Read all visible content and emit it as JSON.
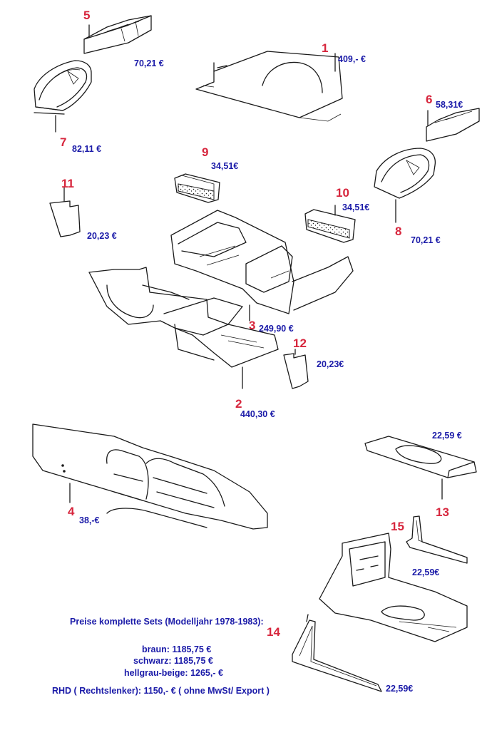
{
  "parts": [
    {
      "id": "1",
      "label": "1",
      "price": "409,- €"
    },
    {
      "id": "2",
      "label": "2",
      "price": "440,30 €"
    },
    {
      "id": "3",
      "label": "3",
      "price": "249,90 €"
    },
    {
      "id": "4",
      "label": "4",
      "price": "38,-€"
    },
    {
      "id": "5",
      "label": "5",
      "price": "70,21 €"
    },
    {
      "id": "6",
      "label": "6",
      "price": "58,31€"
    },
    {
      "id": "7",
      "label": "7",
      "price": "82,11 €"
    },
    {
      "id": "8",
      "label": "8",
      "price": "70,21 €"
    },
    {
      "id": "9",
      "label": "9",
      "price": "34,51€"
    },
    {
      "id": "10",
      "label": "10",
      "price": "34,51€"
    },
    {
      "id": "11",
      "label": "11",
      "price": "20,23 €"
    },
    {
      "id": "12",
      "label": "12",
      "price": "20,23€"
    },
    {
      "id": "13",
      "label": "13",
      "price": "22,59 €"
    },
    {
      "id": "14",
      "label": "14",
      "price": "22,59€"
    },
    {
      "id": "15",
      "label": "15",
      "price": "22,59€"
    }
  ],
  "sets": {
    "title": "Preise komplette Sets (Modelljahr 1978-1983):",
    "braun": "braun: 1185,75 €",
    "schwarz": "schwarz: 1185,75 €",
    "hellgrau": "hellgrau-beige: 1265,- €",
    "rhd": "RHD ( Rechtslenker): 1150,- € ( ohne MwSt/ Export )"
  },
  "colors": {
    "number": "#d7263d",
    "price": "#1a1aa8",
    "line": "#1a1a1a"
  }
}
